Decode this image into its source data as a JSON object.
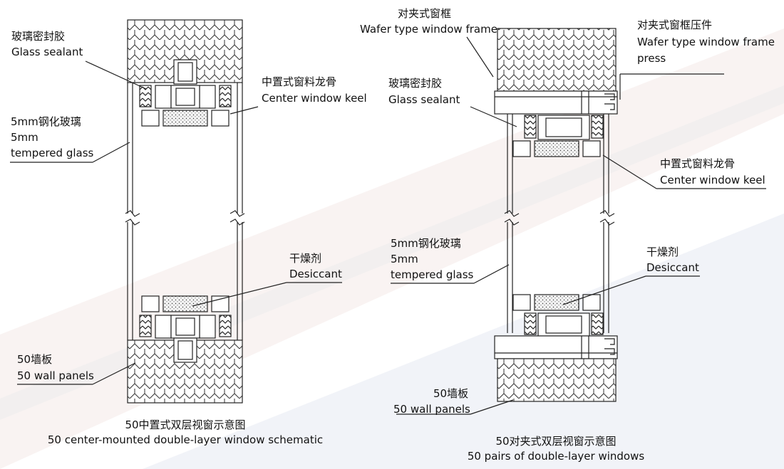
{
  "left": {
    "glass_sealant_cn": "玻璃密封胶",
    "glass_sealant_en": "Glass sealant",
    "keel_cn": "中置式窗料龙骨",
    "keel_en": "Center window keel",
    "glass_cn": "5mm钢化玻璃",
    "glass_mm": "5mm",
    "glass_en": "tempered glass",
    "desiccant_cn": "干燥剂",
    "desiccant_en": "Desiccant",
    "wall_cn": "50墙板",
    "wall_en": "50 wall panels",
    "caption_cn": "50中置式双层视窗示意图",
    "caption_en": "50 center-mounted double-layer window schematic"
  },
  "right": {
    "frame_cn": "对夹式窗框",
    "frame_en": "Wafer type window frame",
    "press_cn": "对夹式窗框压件",
    "press_en_1": "Wafer type window frame",
    "press_en_2": "press",
    "glass_sealant_cn": "玻璃密封胶",
    "glass_sealant_en": "Glass sealant",
    "keel_cn": "中置式窗料龙骨",
    "keel_en": "Center window keel",
    "glass_cn": "5mm钢化玻璃",
    "glass_mm": "5mm",
    "glass_en": "tempered glass",
    "desiccant_cn": "干燥剂",
    "desiccant_en": "Desiccant",
    "wall_cn": "50墙板",
    "wall_en": "50 wall panels",
    "caption_cn": "50对夹式双层视窗示意图",
    "caption_en": "50 pairs of double-layer windows"
  }
}
